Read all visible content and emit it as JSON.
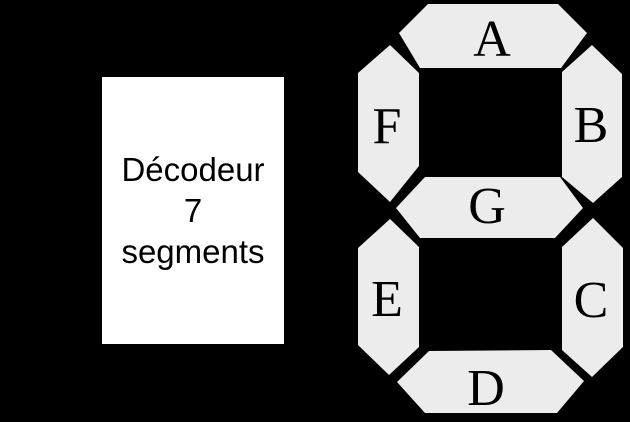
{
  "diagram": {
    "background_color": "#000000",
    "decoder_box": {
      "line1": "Décodeur",
      "line2": "7",
      "line3": "segments",
      "fill_color": "#ffffff",
      "text_color": "#000000"
    },
    "seven_segment_display": {
      "segment_fill_color": "#ececec",
      "label_color": "#000000",
      "segments": [
        {
          "label": "A",
          "position": "top"
        },
        {
          "label": "B",
          "position": "top-right"
        },
        {
          "label": "C",
          "position": "bottom-right"
        },
        {
          "label": "D",
          "position": "bottom"
        },
        {
          "label": "E",
          "position": "bottom-left"
        },
        {
          "label": "F",
          "position": "top-left"
        },
        {
          "label": "G",
          "position": "middle"
        }
      ]
    }
  }
}
